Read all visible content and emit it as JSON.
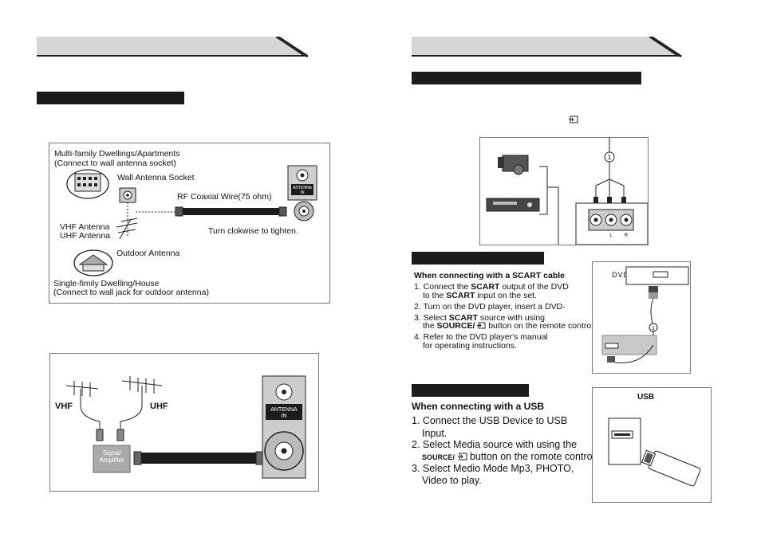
{
  "left": {
    "diagram1": {
      "multi_family_line1": "Multi-family Dwellings/Apartments",
      "multi_family_line2": "(Connect to wall antenna socket)",
      "wall_socket": "Wall Antenna Socket",
      "rf_wire": "RF Coaxial Wire(75 ohm)",
      "vhf_antenna": "VHF Antenna",
      "uhf_antenna": "UHF Antenna",
      "turn_clockwise": "Turn clokwise to tighten.",
      "outdoor_antenna": "Outdoor Antenna",
      "single_family_line1": "Single-fimily Dwelling/House",
      "single_family_line2": "(Connect to wall jack for outdoor antenna)",
      "antenna_in_line1": "ANTENNA",
      "antenna_in_line2": "IN"
    },
    "diagram2": {
      "vhf": "VHF",
      "uhf": "UHF",
      "amp_line1": "Signal",
      "amp_line2": "Amplifier",
      "antenna_in_line1": "ANTENNA",
      "antenna_in_line2": "IN"
    }
  },
  "right": {
    "av_diagram": {
      "marker": "1",
      "lbl_l": "L",
      "lbl_r": "R"
    },
    "scart": {
      "heading": "When connecting with a  SCART cable",
      "s1a": "1. Connect the",
      "s1b": "SCART",
      "s1c": "output of the DVD",
      "s1d": "to the",
      "s1e": "SCART",
      "s1f": "input on the set.",
      "s2": "2. Turn on the DVD player, insert a DVD·",
      "s3a": "3. Select",
      "s3b": "SCART",
      "s3c": "source with using",
      "s3d": "the",
      "s3e": "SOURCE/",
      "s3f": "button on the remote control.",
      "s4a": "4. Refer to the DVD player's manual",
      "s4b": "for operating instructions.",
      "dvd_label": "DVD",
      "marker": "1"
    },
    "usb": {
      "heading": "When connecting with a USB",
      "s1a": "1. Connect the USB Device to USB",
      "s1b": "Input.",
      "s2a": "2. Select Media source with using the",
      "s2b": "SOURCE/",
      "s2c": "button on the romote control.",
      "s3a": "3. Select Medio Mode Mp3, PHOTO,",
      "s3b": "Video to play.",
      "panel_label": "USB"
    }
  }
}
